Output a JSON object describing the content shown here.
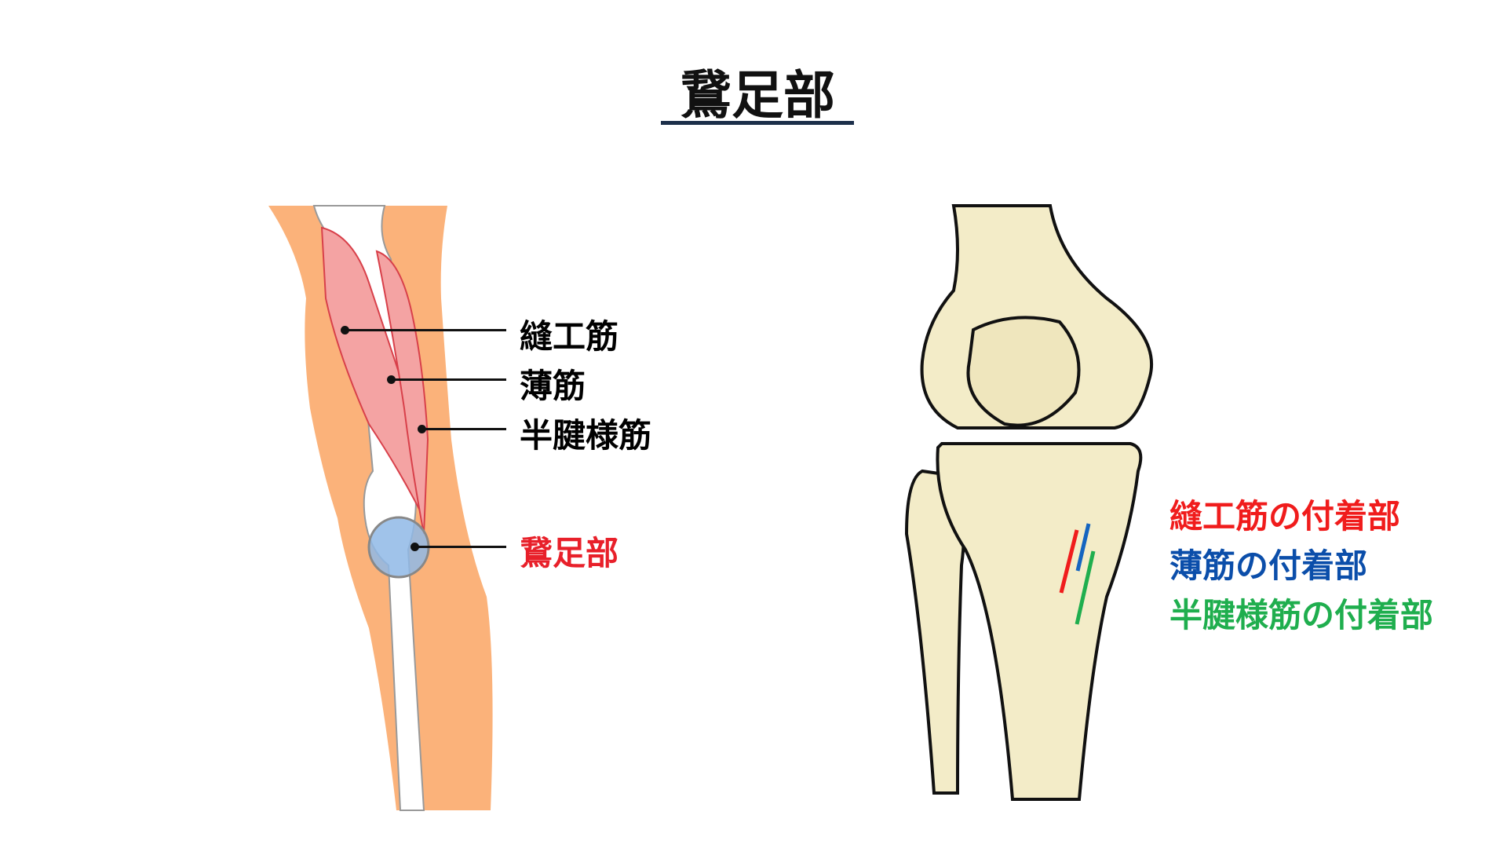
{
  "title": "鵞足部",
  "left_labels": [
    {
      "text": "縫工筋",
      "color": "#111111"
    },
    {
      "text": "薄筋",
      "color": "#111111"
    },
    {
      "text": "半腱様筋",
      "color": "#111111"
    },
    {
      "text": "鵞足部",
      "color": "#e8202a"
    }
  ],
  "right_labels": [
    {
      "text": "縫工筋の付着部",
      "color": "#f01c1c"
    },
    {
      "text": "薄筋の付着部",
      "color": "#0b4eaa"
    },
    {
      "text": "半腱様筋の付着部",
      "color": "#1fae4e"
    }
  ]
}
